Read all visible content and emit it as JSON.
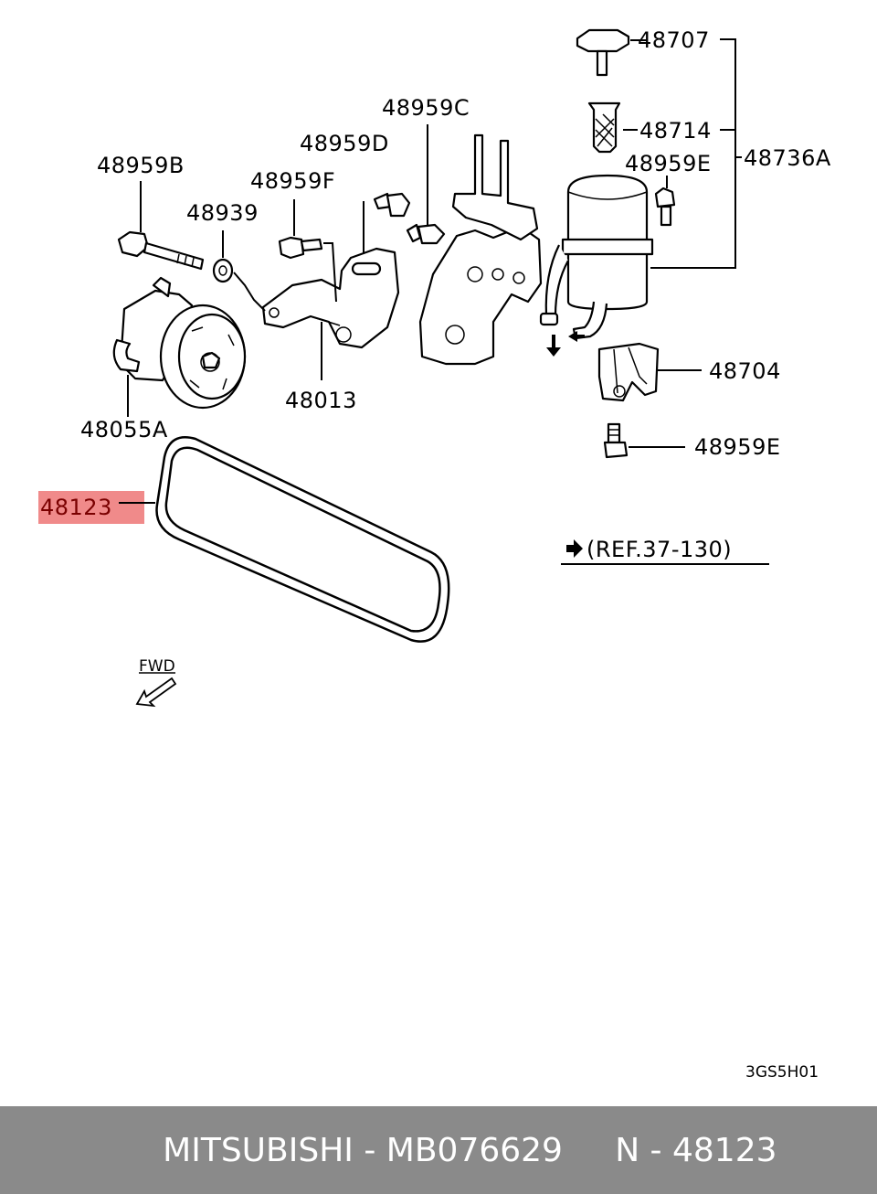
{
  "callouts": {
    "c48707": "48707",
    "c48714": "48714",
    "c48736A": "48736A",
    "c48959E_top": "48959E",
    "c48959C": "48959C",
    "c48959D": "48959D",
    "c48959B": "48959B",
    "c48959F": "48959F",
    "c48939": "48939",
    "c48013": "48013",
    "c48055A": "48055A",
    "c48704": "48704",
    "c48959E_bottom": "48959E",
    "c48123": "48123"
  },
  "highlight": {
    "part": "48123",
    "color": "#f08a8a"
  },
  "reference": "(REF.37-130)",
  "fwd_label": "FWD",
  "diagram_code": "3GS5H01",
  "footer": {
    "brand": "MITSUBISHI",
    "part_number": "MB076629",
    "callout_label": "N - 48123",
    "background": "#8a8a8a"
  }
}
